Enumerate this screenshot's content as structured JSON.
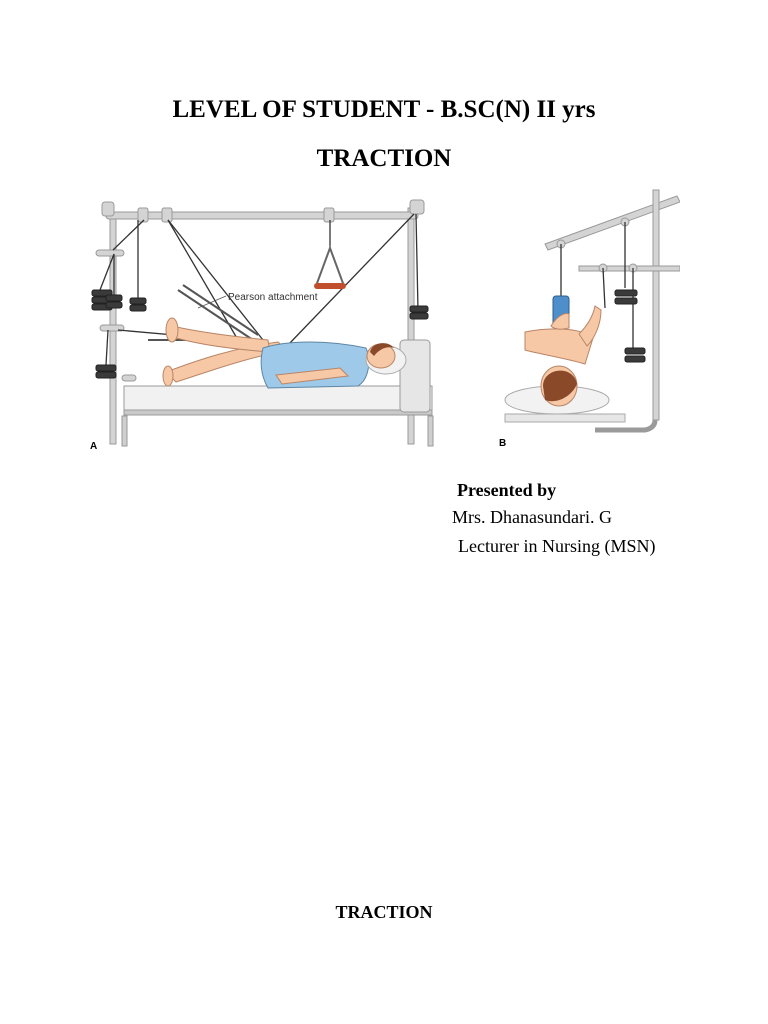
{
  "document": {
    "title": "LEVEL OF STUDENT - B.SC(N) II yrs",
    "subtitle": "TRACTION",
    "figure": {
      "panel_a_label": "A",
      "panel_a_callout": "Pearson attachment",
      "panel_b_label": "B"
    },
    "presenter": {
      "heading": "Presented by",
      "name": "Mrs. Dhanasundari. G",
      "role": "Lecturer in Nursing (MSN)"
    },
    "section_title": "TRACTION"
  },
  "colors": {
    "skin": "#f6c8a6",
    "gown": "#9fc9e8",
    "hair": "#8a4a2a",
    "frame": "#c8c8c8",
    "weight": "#3a3a3a",
    "handle": "#c0502d",
    "sleeve": "#4d8ecb"
  }
}
